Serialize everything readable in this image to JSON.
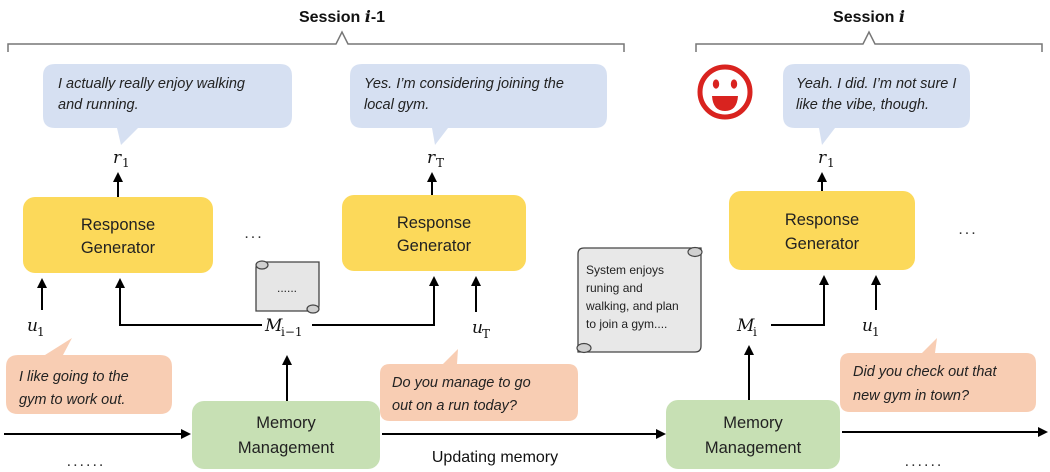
{
  "sessions": {
    "prev": {
      "label_prefix": "Session ",
      "label_var": "i",
      "label_suffix": "-1"
    },
    "curr": {
      "label_prefix": "Session ",
      "label_var": "i",
      "label_suffix": ""
    }
  },
  "boxes": {
    "response_generator": [
      "Response",
      "Generator"
    ],
    "memory_management": [
      "Memory",
      "Management"
    ]
  },
  "bubbles": {
    "system_1": [
      "I actually really enjoy walking",
      "and running."
    ],
    "system_2": [
      "Yes. I’m considering joining the",
      "local gym."
    ],
    "system_3": [
      "Yeah. I did. I’m not sure I",
      "like the vibe, though."
    ],
    "user_1": [
      "I like going to the",
      "gym to work out."
    ],
    "user_2": [
      "Do you manage to go",
      "out on a run today?"
    ],
    "user_3": [
      "Did you check out that",
      "new gym in town?"
    ]
  },
  "math": {
    "r": "r",
    "u": "u",
    "M": "M",
    "sub_1": "1",
    "sub_T": "T",
    "sub_im1": "i−1",
    "sub_i": "i"
  },
  "memory_note": [
    "System enjoys",
    "runing and",
    "walking, and plan",
    "to join a gym...."
  ],
  "scroll_dots": "......",
  "ellipsis_small": "...",
  "ellipsis_long": "......",
  "timeline_label": "Updating memory",
  "colors": {
    "response_box": "#fcd95a",
    "memory_box": "#c7e0b4",
    "system_bubble": "#d6e0f2",
    "user_bubble": "#f8cdb3",
    "smiley": "#d9231f"
  }
}
